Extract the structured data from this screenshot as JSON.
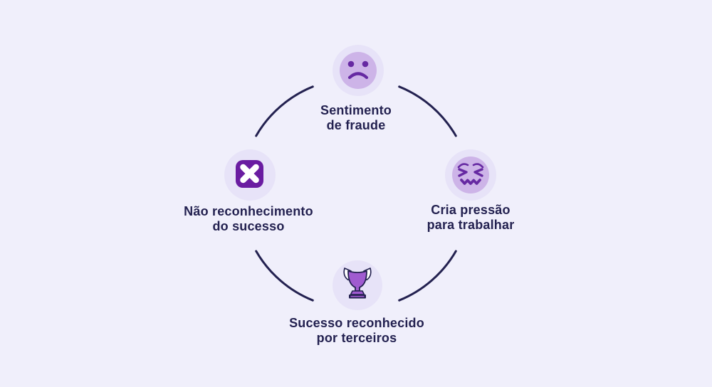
{
  "colors": {
    "background": "#F0EFFB",
    "halo": "#E7E3F8",
    "face_fill": "#CDB4E8",
    "feature_purple": "#6629A2",
    "cross_square": "#6A1CA1",
    "trophy_fill": "#A05BD0",
    "line_navy": "#232150",
    "text": "#232150",
    "white": "#FFFFFF"
  },
  "diagram": {
    "type": "cycle",
    "description": "Four-step cycle connected by circular arcs",
    "nodes": [
      {
        "position": "top",
        "icon": "sad-face-icon",
        "line1": "Sentimento",
        "line2": "de fraude"
      },
      {
        "position": "right",
        "icon": "confounded-face-icon",
        "line1": "Cria pressão",
        "line2": "para trabalhar"
      },
      {
        "position": "bottom",
        "icon": "trophy-icon",
        "line1": "Sucesso reconhecido",
        "line2": "por terceiros"
      },
      {
        "position": "left",
        "icon": "cross-icon",
        "line1": "Não reconhecimento",
        "line2": "do sucesso"
      }
    ]
  }
}
